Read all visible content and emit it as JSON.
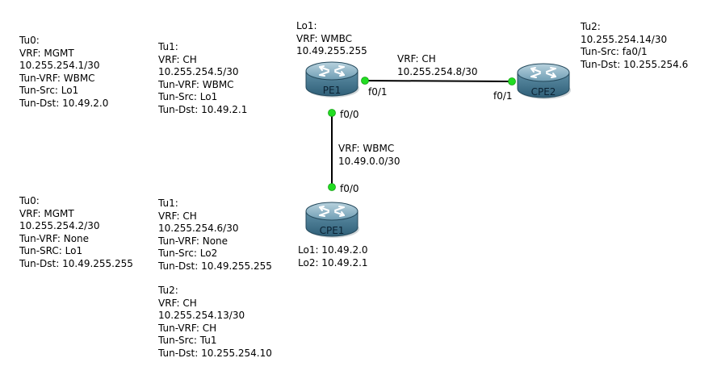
{
  "routers": [
    {
      "label": "PE1",
      "color": "#5f8fa6"
    },
    {
      "label": "CPE2",
      "color": "#5f8fa6"
    },
    {
      "label": "CPE1",
      "color": "#5f8fa6"
    }
  ],
  "links": [
    {
      "label_lines": [
        "VRF: CH",
        "10.255.254.8/30"
      ]
    },
    {
      "label_lines": [
        "VRF: WBMC",
        "10.49.0.0/30"
      ]
    }
  ],
  "interfaces": [
    "f0/1",
    "f0/1",
    "f0/0",
    "f0/0"
  ],
  "link_color": "#000000",
  "port_color": "#22dd22",
  "text_blocks": [
    {
      "lines": [
        "Tu0:",
        "VRF: MGMT",
        "10.255.254.1/30",
        "Tun-VRF: WBMC",
        "Tun-Src: Lo1",
        "Tun-Dst: 10.49.2.0"
      ]
    },
    {
      "lines": [
        "Tu1:",
        "VRF: CH",
        "10.255.254.5/30",
        "Tun-VRF: WBMC",
        "Tun-Src: Lo1",
        "Tun-Dst: 10.49.2.1"
      ]
    },
    {
      "lines": [
        "Lo1:",
        "VRF: WMBC",
        "10.49.255.255"
      ]
    },
    {
      "lines": [
        "Tu2:",
        "10.255.254.14/30",
        "Tun-Src: fa0/1",
        "Tun-Dst: 10.255.254.6"
      ]
    },
    {
      "lines": [
        "Tu0:",
        "VRF: MGMT",
        "10.255.254.2/30",
        "Tun-VRF: None",
        "Tun-SRC: Lo1",
        "Tun-Dst: 10.49.255.255"
      ]
    },
    {
      "lines": [
        "Tu1:",
        "VRF: CH",
        "10.255.254.6/30",
        "Tun-VRF: None",
        "Tun-Src: Lo2",
        "Tun-Dst: 10.49.255.255"
      ]
    },
    {
      "lines": [
        "Tu2:",
        "VRF: CH",
        "10.255.254.13/30",
        "Tun-VRF: CH",
        "Tun-Src: Tu1",
        "Tun-Dst: 10.255.254.10"
      ]
    },
    {
      "lines": [
        "Lo1: 10.49.2.0",
        "Lo2: 10.49.2.1"
      ]
    }
  ]
}
